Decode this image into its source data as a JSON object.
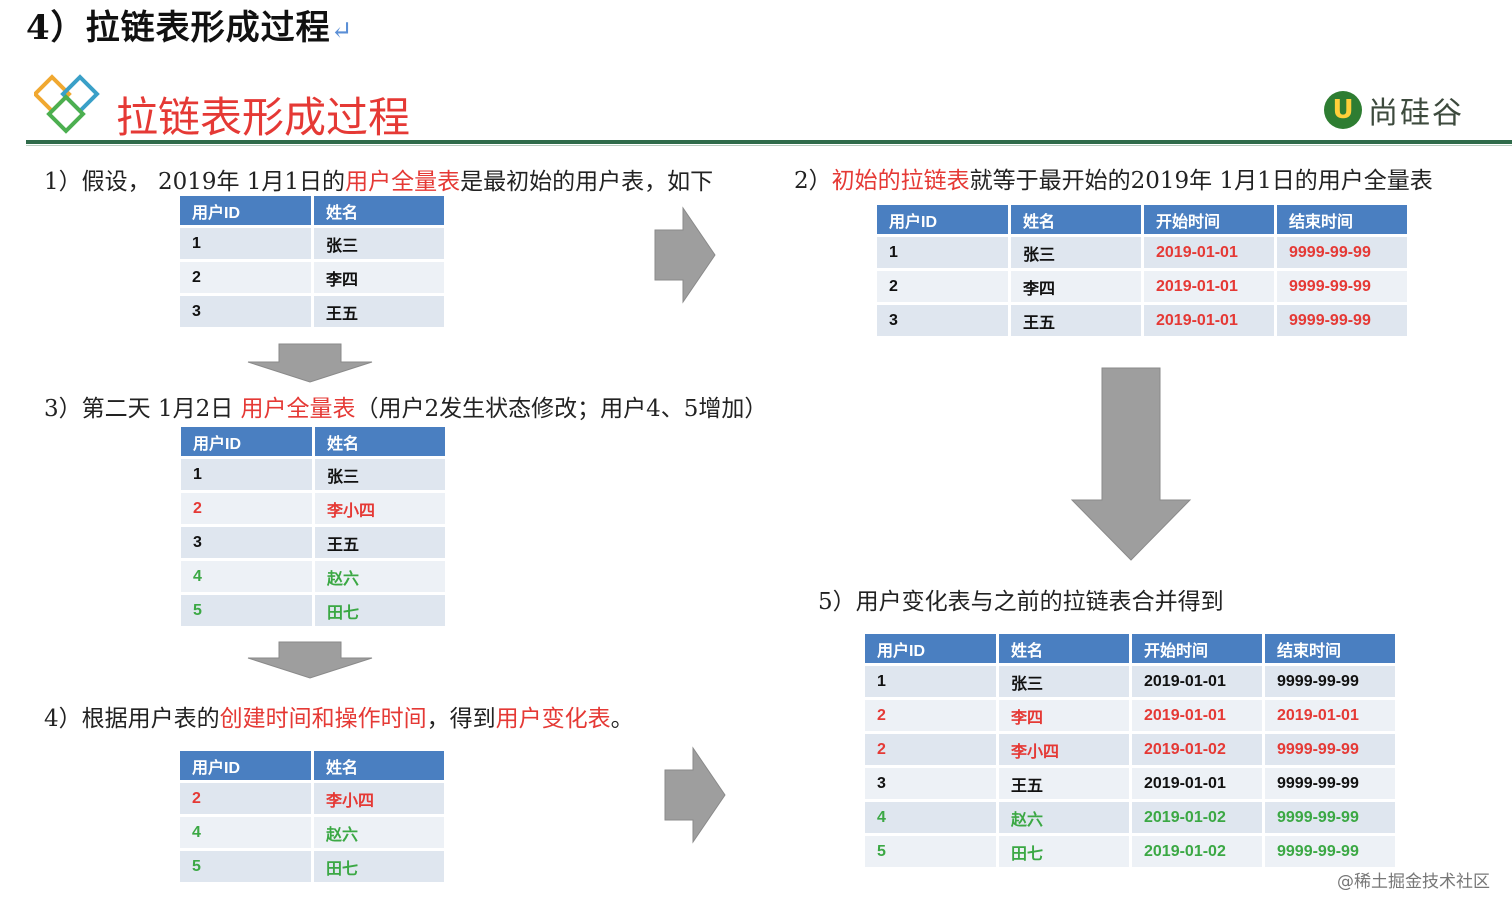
{
  "doc_heading": "4）拉链表形成过程",
  "slide_title": "拉链表形成过程",
  "logo_text": "尚硅谷",
  "logo_letter": "U",
  "step1": {
    "prefix": "1）假设，  2019年 1月1日的",
    "highlight": "用户全量表",
    "suffix": "是最初始的用户表，如下"
  },
  "step2": {
    "prefix": "2）",
    "highlight": "初始的拉链表",
    "suffix": "就等于最开始的2019年 1月1日的用户全量表"
  },
  "step3": {
    "prefix": "3）第二天 1月2日 ",
    "highlight": "用户全量表",
    "suffix": "（用户2发生状态修改；用户4、5增加）"
  },
  "step4": {
    "prefix": "4）根据用户表的",
    "highlight1": "创建时间和操作时间",
    "middle": "，得到",
    "highlight2": "用户变化表",
    "suffix": "。"
  },
  "step5": {
    "text": "5）用户变化表与之前的拉链表合并得到"
  },
  "table1": {
    "headers": [
      "用户ID",
      "姓名"
    ],
    "rows": [
      [
        "1",
        "张三"
      ],
      [
        "2",
        "李四"
      ],
      [
        "3",
        "王五"
      ]
    ]
  },
  "table2": {
    "headers": [
      "用户ID",
      "姓名",
      "开始时间",
      "结束时间"
    ],
    "rows": [
      [
        "1",
        "张三",
        "2019-01-01",
        "9999-99-99"
      ],
      [
        "2",
        "李四",
        "2019-01-01",
        "9999-99-99"
      ],
      [
        "3",
        "王五",
        "2019-01-01",
        "9999-99-99"
      ]
    ]
  },
  "table3": {
    "headers": [
      "用户ID",
      "姓名"
    ],
    "rows": [
      [
        "1",
        "张三"
      ],
      [
        "2",
        "李小四"
      ],
      [
        "3",
        "王五"
      ],
      [
        "4",
        "赵六"
      ],
      [
        "5",
        "田七"
      ]
    ]
  },
  "table4": {
    "headers": [
      "用户ID",
      "姓名"
    ],
    "rows": [
      [
        "2",
        "李小四"
      ],
      [
        "4",
        "赵六"
      ],
      [
        "5",
        "田七"
      ]
    ]
  },
  "table5": {
    "headers": [
      "用户ID",
      "姓名",
      "开始时间",
      "结束时间"
    ],
    "rows": [
      [
        "1",
        "张三",
        "2019-01-01",
        "9999-99-99"
      ],
      [
        "2",
        "李四",
        "2019-01-01",
        "2019-01-01"
      ],
      [
        "2",
        "李小四",
        "2019-01-02",
        "9999-99-99"
      ],
      [
        "3",
        "王五",
        "2019-01-01",
        "9999-99-99"
      ],
      [
        "4",
        "赵六",
        "2019-01-02",
        "9999-99-99"
      ],
      [
        "5",
        "田七",
        "2019-01-02",
        "9999-99-99"
      ]
    ]
  },
  "colors": {
    "red": "#e53935",
    "green": "#3ba844",
    "header_blue": "#4a7fc1",
    "arrow_gray": "#9e9e9e"
  },
  "watermark": "@稀土掘金技术社区"
}
